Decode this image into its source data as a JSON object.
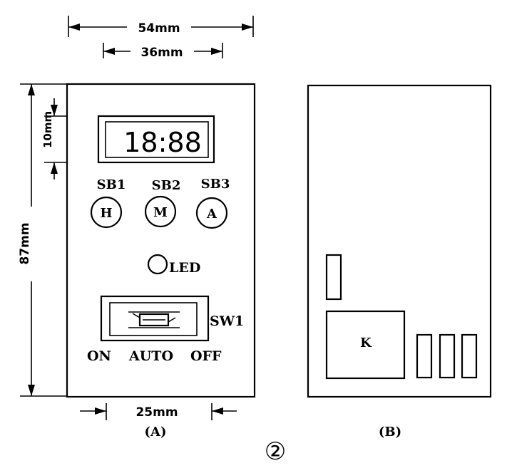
{
  "dimensions": {
    "overall_width": "54mm",
    "inner_width": "36mm",
    "display_height": "10mm",
    "overall_height": "87mm",
    "switch_width": "25mm"
  },
  "display": {
    "text": "18:88"
  },
  "buttons": [
    {
      "label": "SB1",
      "symbol": "H"
    },
    {
      "label": "SB2",
      "symbol": "M"
    },
    {
      "label": "SB3",
      "symbol": "A"
    }
  ],
  "led": {
    "label": "LED"
  },
  "switch": {
    "label": "SW1",
    "positions": {
      "on": "ON",
      "auto": "AUTO",
      "off": "OFF"
    }
  },
  "view_a": {
    "caption": "(A)"
  },
  "view_b": {
    "caption": "(B)",
    "relay_label": "K"
  },
  "figure": {
    "number": "②"
  }
}
